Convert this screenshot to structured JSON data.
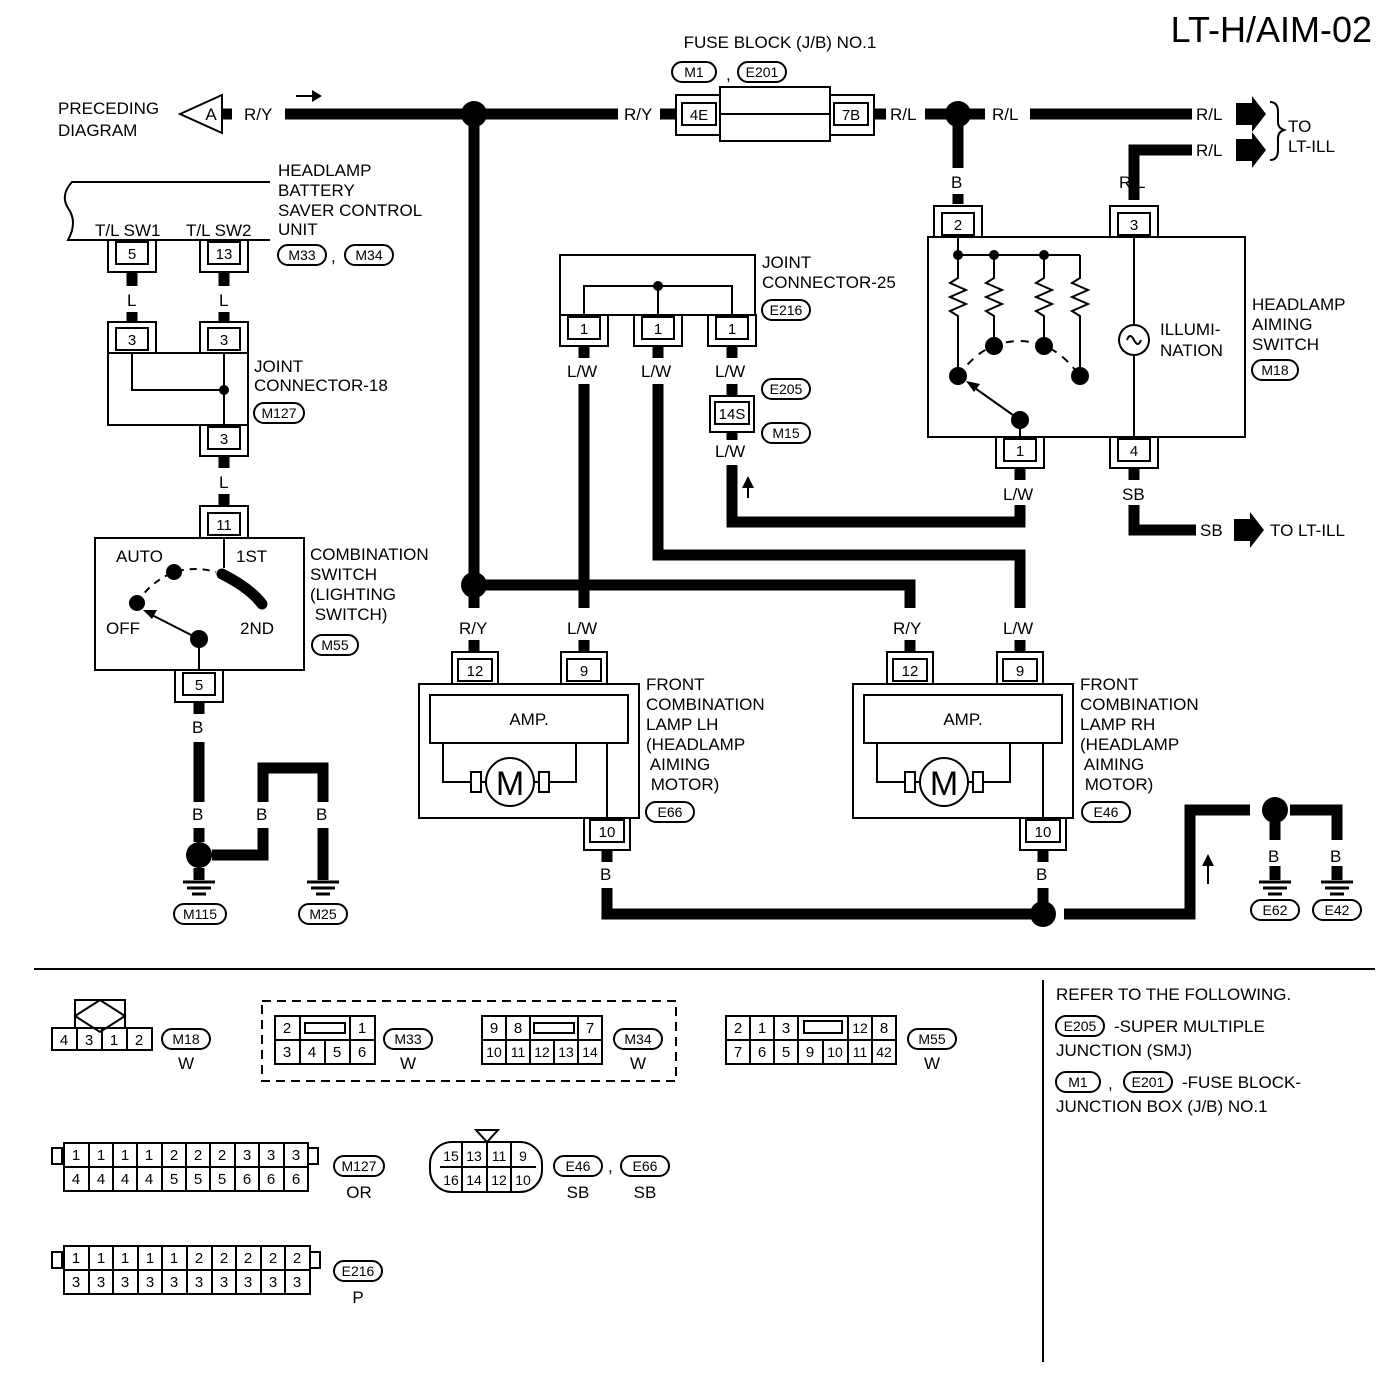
{
  "page": {
    "code": "LT-H/AIM-02"
  },
  "fuse_block": {
    "title": "FUSE BLOCK (J/B) NO.1",
    "ids": [
      "M1",
      "E201"
    ],
    "pin_in": "4E",
    "pin_out": "7B"
  },
  "preceding": {
    "line1": "PRECEDING",
    "line2": "DIAGRAM",
    "marker": "A"
  },
  "wires": {
    "RY": "R/Y",
    "RL": "R/L",
    "L": "L",
    "LW": "L/W",
    "B": "B",
    "SB": "SB"
  },
  "to_lt_ill": {
    "to": "TO",
    "ill": "LT-ILL",
    "sb_to": "TO LT-ILL"
  },
  "battery_saver": {
    "lines": [
      "HEADLAMP",
      "BATTERY",
      "SAVER CONTROL",
      "UNIT"
    ],
    "sw1": "T/L SW1",
    "sw2": "T/L SW2",
    "pin1": "5",
    "pin2": "13",
    "ids": [
      "M33",
      "M34"
    ]
  },
  "joint18": {
    "lines": [
      "JOINT",
      "CONNECTOR-18"
    ],
    "pins_top": [
      "3",
      "3"
    ],
    "pin_bottom": "3",
    "id": "M127"
  },
  "joint25": {
    "lines": [
      "JOINT",
      "CONNECTOR-25"
    ],
    "pins": [
      "1",
      "1",
      "1"
    ],
    "id": "E216"
  },
  "smj": {
    "pin": "14S",
    "ids": [
      "E205",
      "M15"
    ]
  },
  "combo_switch": {
    "lines": [
      "COMBINATION",
      "SWITCH",
      "(LIGHTING",
      " SWITCH)"
    ],
    "positions": {
      "auto": "AUTO",
      "first": "1ST",
      "off": "OFF",
      "second": "2ND"
    },
    "pin_top": "11",
    "pin_bottom": "5",
    "id": "M55"
  },
  "aiming_switch": {
    "lines": [
      "HEADLAMP",
      "AIMING",
      "SWITCH"
    ],
    "illum": [
      "ILLUMI-",
      "NATION"
    ],
    "pins": {
      "p2": "2",
      "p3": "3",
      "p1": "1",
      "p4": "4"
    },
    "id": "M18"
  },
  "lamp_lh": {
    "lines": [
      "FRONT",
      "COMBINATION",
      "LAMP LH",
      "(HEADLAMP",
      " AIMING",
      " MOTOR)"
    ],
    "amp": "AMP.",
    "motor": "M",
    "pins": {
      "p12": "12",
      "p9": "9",
      "p10": "10"
    },
    "id": "E66"
  },
  "lamp_rh": {
    "lines": [
      "FRONT",
      "COMBINATION",
      "LAMP RH",
      "(HEADLAMP",
      " AIMING",
      " MOTOR)"
    ],
    "amp": "AMP.",
    "motor": "M",
    "pins": {
      "p12": "12",
      "p9": "9",
      "p10": "10"
    },
    "id": "E46"
  },
  "grounds": [
    "M115",
    "M25",
    "E62",
    "E42"
  ],
  "connectors": {
    "m18": {
      "pins": [
        "4",
        "3",
        "1",
        "2"
      ],
      "id": "M18",
      "color": "W"
    },
    "m33": {
      "top": [
        "2",
        "1"
      ],
      "bottom": [
        "3",
        "4",
        "5",
        "6"
      ],
      "id": "M33",
      "color": "W"
    },
    "m34": {
      "top": [
        "9",
        "8",
        "7"
      ],
      "bottom": [
        "10",
        "11",
        "12",
        "13",
        "14"
      ],
      "id": "M34",
      "color": "W"
    },
    "m55": {
      "top": [
        "2",
        "1",
        "3",
        "12",
        "8"
      ],
      "bottom": [
        "7",
        "6",
        "5",
        "9",
        "10",
        "11",
        "42"
      ],
      "id": "M55",
      "color": "W"
    },
    "m127": {
      "top": [
        "1",
        "1",
        "1",
        "1",
        "2",
        "2",
        "2",
        "3",
        "3",
        "3"
      ],
      "bottom": [
        "4",
        "4",
        "4",
        "4",
        "5",
        "5",
        "5",
        "6",
        "6",
        "6"
      ],
      "id": "M127",
      "color": "OR"
    },
    "e46": {
      "top": [
        "15",
        "13",
        "11",
        "9"
      ],
      "bottom": [
        "16",
        "14",
        "12",
        "10"
      ],
      "ids": [
        "E46",
        "E66"
      ],
      "colors": [
        "SB",
        "SB"
      ]
    },
    "e216": {
      "top": [
        "1",
        "1",
        "1",
        "1",
        "1",
        "2",
        "2",
        "2",
        "2",
        "2"
      ],
      "bottom": [
        "3",
        "3",
        "3",
        "3",
        "3",
        "3",
        "3",
        "3",
        "3",
        "3"
      ],
      "id": "E216",
      "color": "P"
    }
  },
  "refer": {
    "heading": "REFER TO THE FOLLOWING.",
    "e205_id": "E205",
    "e205_text": "-SUPER MULTIPLE",
    "e205_text2": "JUNCTION (SMJ)",
    "m1_id": "M1",
    "e201_id": "E201",
    "fuse_text": "-FUSE BLOCK-",
    "fuse_text2": "JUNCTION BOX (J/B) NO.1"
  }
}
